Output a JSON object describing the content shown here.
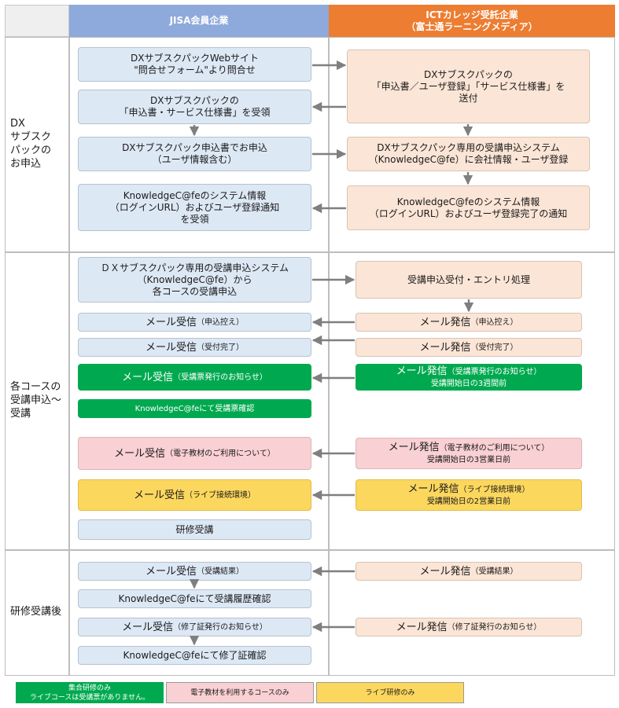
{
  "header": {
    "left_blank": "",
    "jisa": "JISA会員企業",
    "ict_line1": "ICTカレッジ受託企業",
    "ict_line2": "（富士通ラーニングメディア）"
  },
  "sections": [
    {
      "label": "DX\nサブスク\nパックの\nお申込"
    },
    {
      "label": "各コースの\n受講申込～\n受講"
    },
    {
      "label": "研修受講後"
    }
  ],
  "boxes": {
    "s1_l1": "DXサブスクパックWebサイト\n\"問合せフォーム\"より問合せ",
    "s1_r1": "DXサブスクパックの\n「申込書／ユーザ登録」「サービス仕様書」を\n送付",
    "s1_l2": "DXサブスクパックの\n「申込書・サービス仕様書」を受領",
    "s1_l3": "DXサブスクパック申込書でお申込\n（ユーザ情報含む）",
    "s1_r3": "DXサブスクパック専用の受講申込システム\n（KnowledgeC@fe）に会社情報・ユーザ登録",
    "s1_l4": "KnowledgeC@feのシステム情報\n（ログインURL）およびユーザ登録通知\nを受領",
    "s1_r4": "KnowledgeC@feのシステム情報\n（ログインURL）およびユーザ登録完了の通知",
    "s2_l1": "ＤＸサブスクパック専用の受講申込システム\n（KnowledgeC@fe）から\n各コースの受講申込",
    "s2_r1": "受講申込受付・エントリ処理",
    "s2_l2_main": "メール受信",
    "s2_l2_sub": "（申込控え）",
    "s2_r2_main": "メール発信",
    "s2_r2_sub": "（申込控え）",
    "s2_l3_main": "メール受信",
    "s2_l3_sub": "（受付完了）",
    "s2_r3_main": "メール発信",
    "s2_r3_sub": "（受付完了）",
    "s2_l4_main": "メール受信",
    "s2_l4_sub": "（受講票発行のお知らせ）",
    "s2_r4_main": "メール発信",
    "s2_r4_sub": "（受講票発行のお知らせ）",
    "s2_r4_line2": "受講開始日の3週間前",
    "s2_l5": "KnowledgeC@feにて受講票確認",
    "s2_l6_main": "メール受信",
    "s2_l6_sub": "（電子教材のご利用について）",
    "s2_r6_main": "メール発信",
    "s2_r6_sub": "（電子教材のご利用について）",
    "s2_r6_line2": "受講開始日の3営業日前",
    "s2_l7_main": "メール受信",
    "s2_l7_sub": "（ライブ接続環境）",
    "s2_r7_main": "メール発信",
    "s2_r7_sub": "（ライブ接続環境）",
    "s2_r7_line2": "受講開始日の2営業日前",
    "s2_l8": "研修受講",
    "s3_l1_main": "メール受信",
    "s3_l1_sub": "（受講結果）",
    "s3_r1_main": "メール発信",
    "s3_r1_sub": "（受講結果）",
    "s3_l2": "KnowledgeC@feにて受講履歴確認",
    "s3_l3_main": "メール受信",
    "s3_l3_sub": "（修了証発行のお知らせ）",
    "s3_r3_main": "メール発信",
    "s3_r3_sub": "（修了証発行のお知らせ）",
    "s3_l4": "KnowledgeC@feにて修了証確認"
  },
  "legend": {
    "green_line1": "集合研修のみ",
    "green_line2": "ライブコースは受講票がありません。",
    "pink": "電子教材を利用するコースのみ",
    "yellow": "ライブ研修のみ"
  },
  "colors": {
    "jisa_header": "#8ea9db",
    "ict_header": "#ed7d31",
    "blue_box": "#dde8f5",
    "peach_box": "#fbe5d6",
    "green": "#00a94f",
    "pink": "#f9d0d3",
    "yellow": "#fcd75e",
    "arrow": "#7f7f7f"
  }
}
